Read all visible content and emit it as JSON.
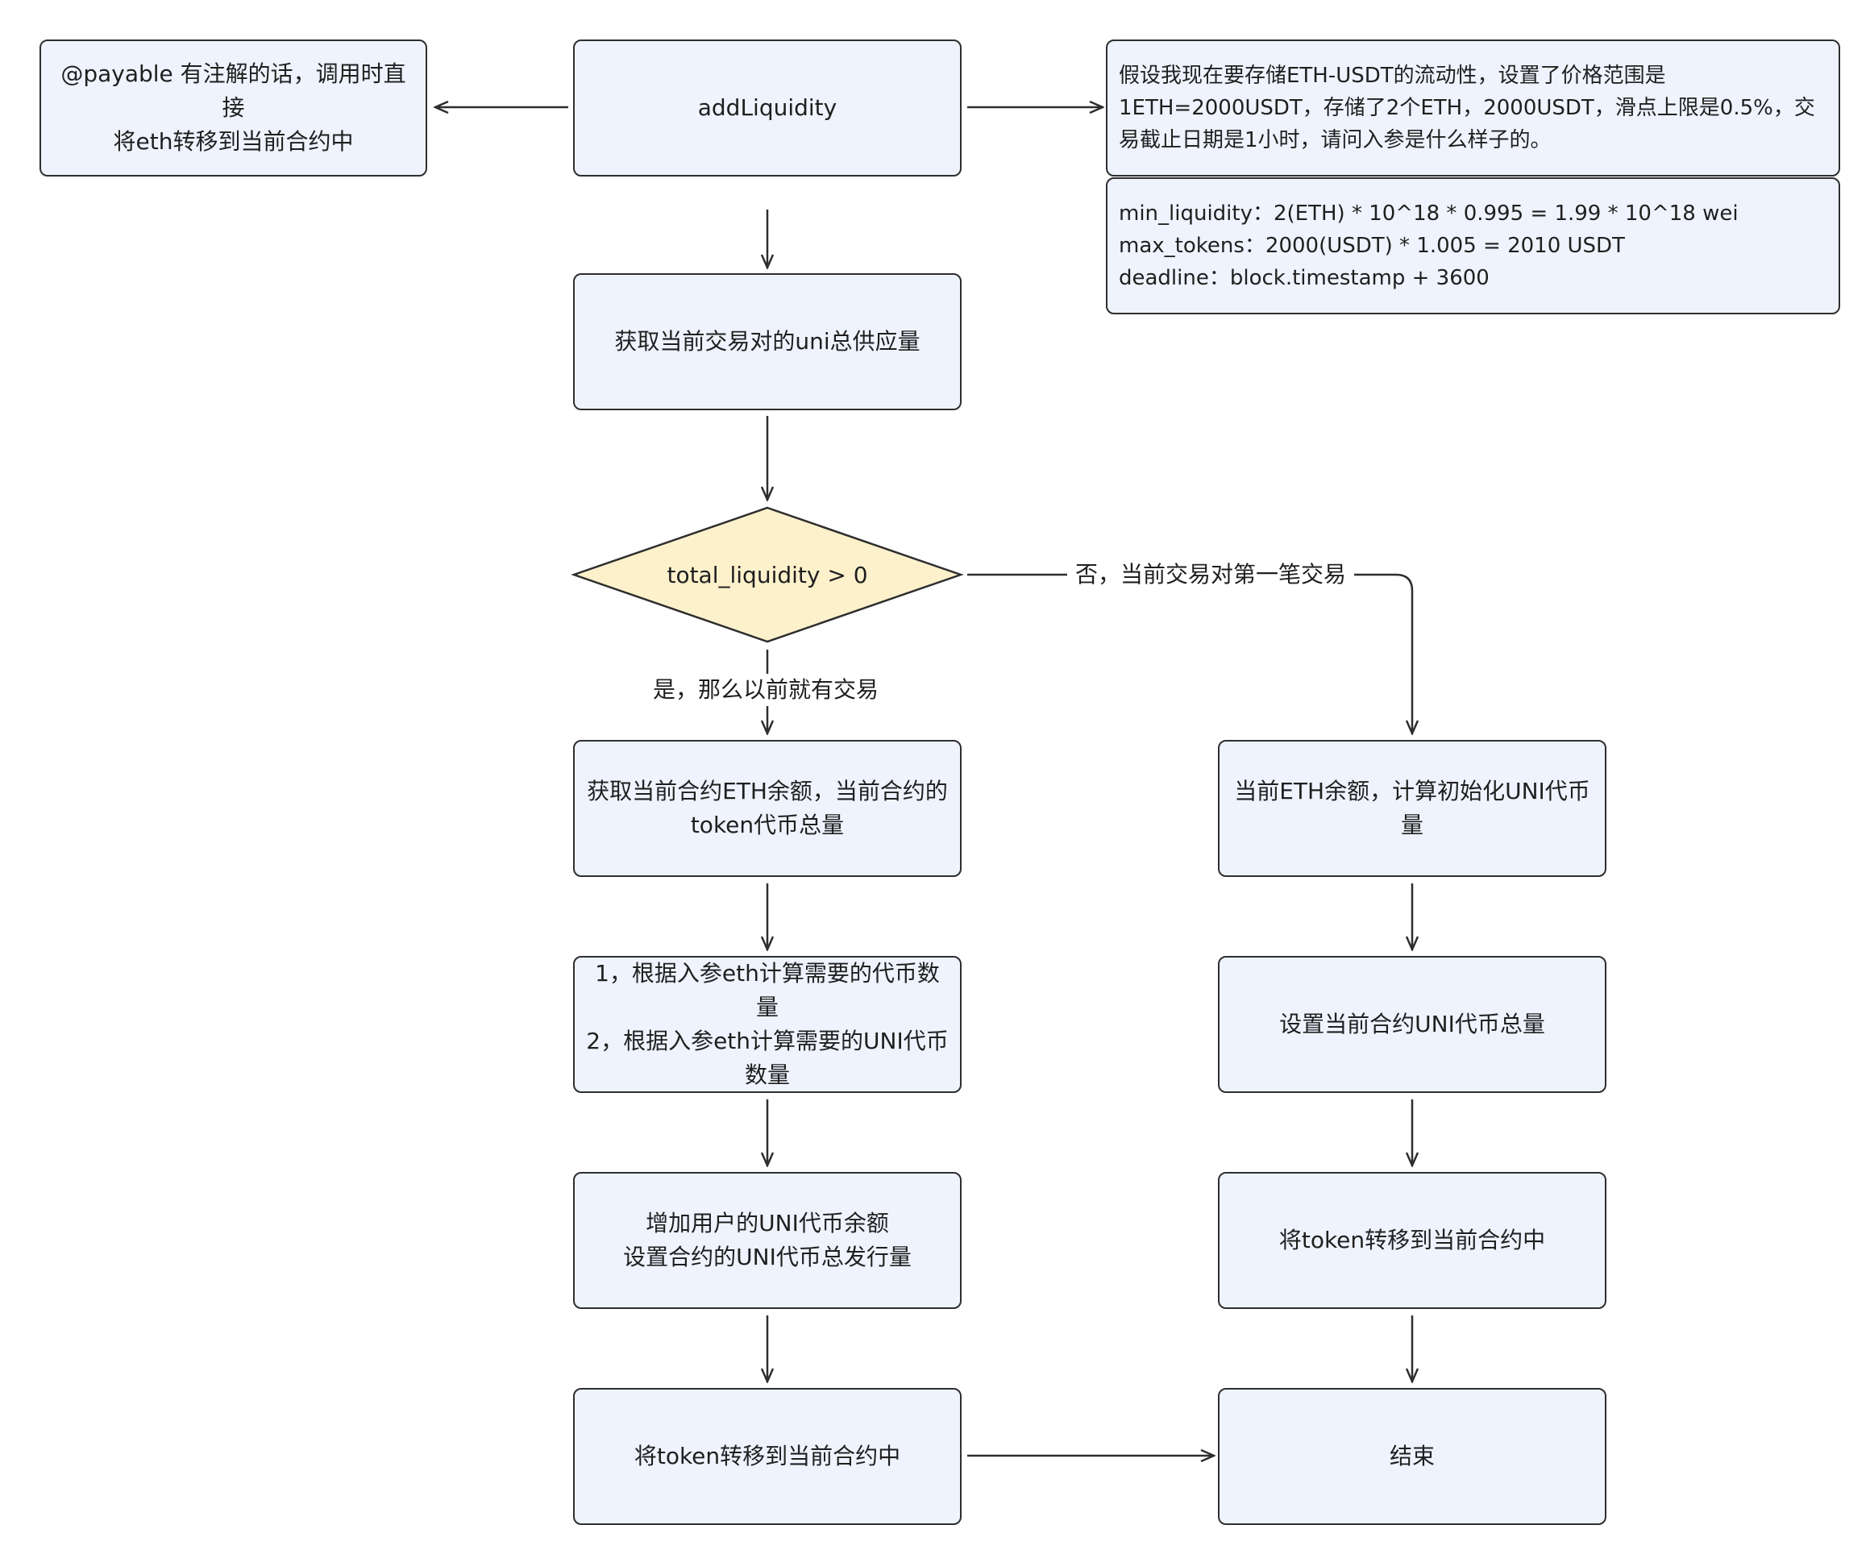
{
  "nodes": {
    "payable_note": [
      "@payable 有注解的话，调用时直接",
      "将eth转移到当前合约中"
    ],
    "add_liquidity": [
      "addLiquidity"
    ],
    "question": [
      "假设我现在要存储ETH-USDT的流动性，设置了价格范围是",
      "1ETH=2000USDT，存储了2个ETH，2000USDT，滑点上限是0.5%，交",
      "易截止日期是1小时，请问入参是什么样子的。"
    ],
    "answer": [
      "min_liquidity：2(ETH) * 10^18 * 0.995 = 1.99 * 10^18 wei",
      "max_tokens：2000(USDT) * 1.005 = 2010 USDT",
      "deadline：block.timestamp + 3600"
    ],
    "get_supply": [
      "获取当前交易对的uni总供应量"
    ],
    "decision": [
      "total_liquidity > 0"
    ],
    "get_balances": [
      "获取当前合约ETH余额，当前合约的",
      "token代币总量"
    ],
    "compute": [
      "1，根据入参eth计算需要的代币数量",
      "2，根据入参eth计算需要的UNI代币",
      "数量"
    ],
    "increase": [
      "增加用户的UNI代币余额",
      "设置合约的UNI代币总发行量"
    ],
    "transfer_left": [
      "将token转移到当前合约中"
    ],
    "init_uni": [
      "当前ETH余额，计算初始化UNI代币",
      "量"
    ],
    "set_total": [
      "设置当前合约UNI代币总量"
    ],
    "transfer_right": [
      "将token转移到当前合约中"
    ],
    "end": [
      "结束"
    ]
  },
  "edges": {
    "yes_label": "是，那么以前就有交易",
    "no_label": "否，当前交易对第一笔交易"
  },
  "colors": {
    "box_fill": "#eef3fd",
    "diamond_fill": "#fdf1cc",
    "stroke": "#2e2e2e"
  }
}
